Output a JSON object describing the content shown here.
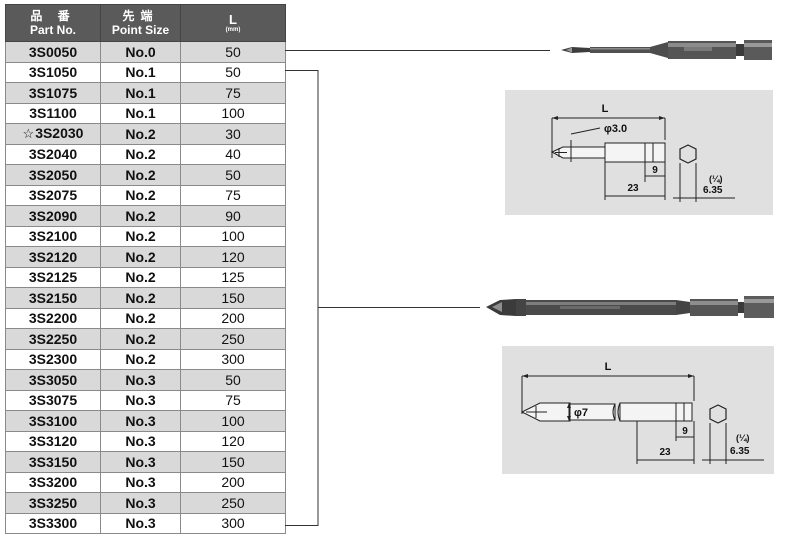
{
  "table": {
    "header": {
      "part_no_jp": "品 番",
      "part_no_en": "Part No.",
      "point_size_jp": "先端",
      "point_size_en": "Point Size",
      "length": "L",
      "length_unit": "(mm)"
    },
    "rows": [
      {
        "star": "",
        "part_no": "3S0050",
        "point_size": "No.0",
        "length": "50"
      },
      {
        "star": "",
        "part_no": "3S1050",
        "point_size": "No.1",
        "length": "50"
      },
      {
        "star": "",
        "part_no": "3S1075",
        "point_size": "No.1",
        "length": "75"
      },
      {
        "star": "",
        "part_no": "3S1100",
        "point_size": "No.1",
        "length": "100"
      },
      {
        "star": "☆",
        "part_no": "3S2030",
        "point_size": "No.2",
        "length": "30"
      },
      {
        "star": "",
        "part_no": "3S2040",
        "point_size": "No.2",
        "length": "40"
      },
      {
        "star": "",
        "part_no": "3S2050",
        "point_size": "No.2",
        "length": "50"
      },
      {
        "star": "",
        "part_no": "3S2075",
        "point_size": "No.2",
        "length": "75"
      },
      {
        "star": "",
        "part_no": "3S2090",
        "point_size": "No.2",
        "length": "90"
      },
      {
        "star": "",
        "part_no": "3S2100",
        "point_size": "No.2",
        "length": "100"
      },
      {
        "star": "",
        "part_no": "3S2120",
        "point_size": "No.2",
        "length": "120"
      },
      {
        "star": "",
        "part_no": "3S2125",
        "point_size": "No.2",
        "length": "125"
      },
      {
        "star": "",
        "part_no": "3S2150",
        "point_size": "No.2",
        "length": "150"
      },
      {
        "star": "",
        "part_no": "3S2200",
        "point_size": "No.2",
        "length": "200"
      },
      {
        "star": "",
        "part_no": "3S2250",
        "point_size": "No.2",
        "length": "250"
      },
      {
        "star": "",
        "part_no": "3S2300",
        "point_size": "No.2",
        "length": "300"
      },
      {
        "star": "",
        "part_no": "3S3050",
        "point_size": "No.3",
        "length": "50"
      },
      {
        "star": "",
        "part_no": "3S3075",
        "point_size": "No.3",
        "length": "75"
      },
      {
        "star": "",
        "part_no": "3S3100",
        "point_size": "No.3",
        "length": "100"
      },
      {
        "star": "",
        "part_no": "3S3120",
        "point_size": "No.3",
        "length": "120"
      },
      {
        "star": "",
        "part_no": "3S3150",
        "point_size": "No.3",
        "length": "150"
      },
      {
        "star": "",
        "part_no": "3S3200",
        "point_size": "No.3",
        "length": "200"
      },
      {
        "star": "",
        "part_no": "3S3250",
        "point_size": "No.3",
        "length": "250"
      },
      {
        "star": "",
        "part_no": "3S3300",
        "point_size": "No.3",
        "length": "300"
      }
    ]
  },
  "diagram_top": {
    "length_label": "L",
    "tip_diameter": "φ3.0",
    "shank_dim": "9",
    "body_dim": "23",
    "hex_fraction": "(¼)",
    "hex_size": "6.35"
  },
  "diagram_bottom": {
    "length_label": "L",
    "tip_diameter": "φ7",
    "shank_dim": "9",
    "body_dim": "23",
    "hex_fraction": "(¼)",
    "hex_size": "6.35"
  },
  "colors": {
    "header_bg": "#5a5a5a",
    "row_shade": "#d9d9d9",
    "panel_bg": "#e0e0e0",
    "bit_metal": "#4a4a4a"
  }
}
